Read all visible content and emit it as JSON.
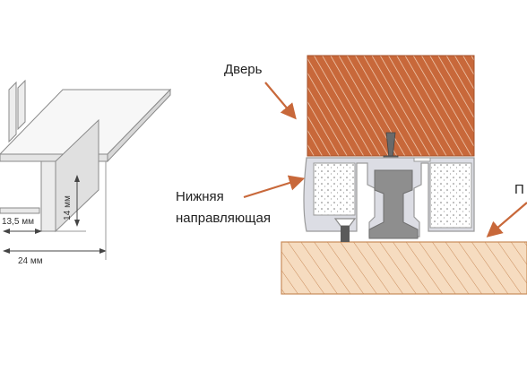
{
  "labels": {
    "door": "Дверь",
    "rail_line1": "Нижняя",
    "rail_line2": "направляющая",
    "floor_partial": "П"
  },
  "dimensions": {
    "height": "14 мм",
    "inner_width": "13,5 мм",
    "total_width": "24 мм"
  },
  "colors": {
    "door_wood": "#c8683a",
    "floor_wood": "#f6dcc0",
    "floor_stroke": "#c98b5a",
    "arrow": "#c8683a",
    "profile": "#9a9a9a",
    "profile_fill": "#dcdde4",
    "dim_fill": "#e6e6e6"
  }
}
